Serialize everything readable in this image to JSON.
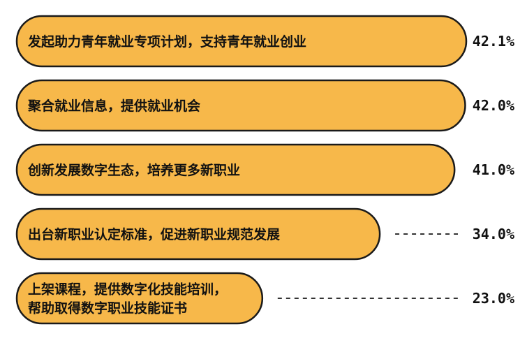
{
  "chart_data": {
    "type": "bar",
    "orientation": "horizontal",
    "categories": [
      "发起助力青年就业专项计划，支持青年就业创业",
      "聚合就业信息，提供就业机会",
      "创新发展数字生态，培养更多新职业",
      "出台新职业认定标准，促进新职业规范发展",
      "上架课程，提供数字化技能培训，帮助取得数字职业技能证书"
    ],
    "category_lines": [
      [
        "发起助力青年就业专项计划，支持青年就业创业"
      ],
      [
        "聚合就业信息，提供就业机会"
      ],
      [
        "创新发展数字生态，培养更多新职业"
      ],
      [
        "出台新职业认定标准，促进新职业规范发展"
      ],
      [
        "上架课程，提供数字化技能培训，",
        "帮助取得数字职业技能证书"
      ]
    ],
    "values": [
      42.1,
      42.0,
      41.0,
      34.0,
      23.0
    ],
    "value_labels": [
      "42.1%",
      "42.0%",
      "41.0%",
      "34.0%",
      "23.0%"
    ],
    "xlim": [
      0,
      42.1
    ],
    "colors": {
      "bar_fill": "#F7B84A",
      "bar_stroke": "#1a1a1a",
      "leader": "#333333"
    }
  }
}
